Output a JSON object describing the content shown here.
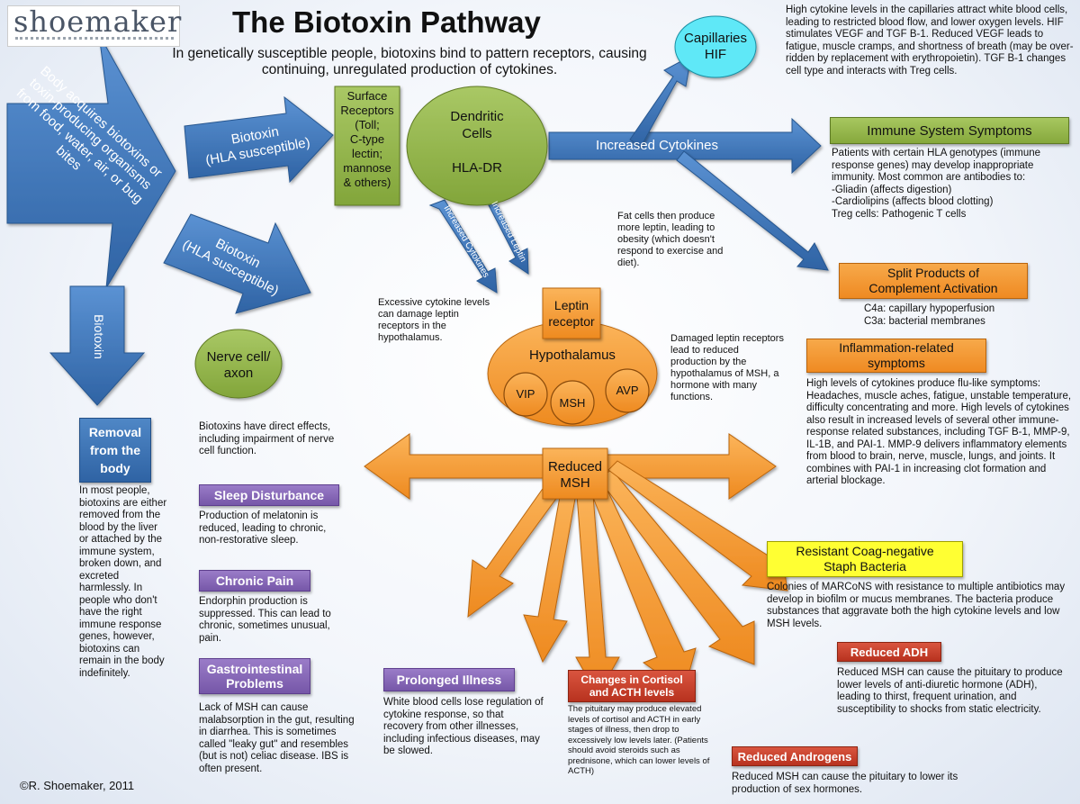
{
  "header": {
    "logo_text": "shoemaker",
    "logo_tagline": "DIAGNOSIS • TREATMENT • RESEARCH • EDUCATION • RESOURCES",
    "title": "The Biotoxin Pathway",
    "subtitle": "In genetically susceptible people, biotoxins bind to pattern receptors, causing continuing, unregulated production of cytokines."
  },
  "nodes": {
    "body_acquires": "Body acquires biotoxins or toxin-producing organisms from food, water, air, or bug bites",
    "biotoxin_hla_1": "Biotoxin\n(HLA susceptible)",
    "biotoxin_hla_2": "Biotoxin\n(HLA susceptible)",
    "biotoxin_down": "Biotoxin",
    "surface_receptors": "Surface\nReceptors\n(Toll;\nC-type\nlectin;\nmannose\n& others)",
    "dendritic_cells": "Dendritic\nCells",
    "hla_dr": "HLA-DR",
    "increased_cytokines": "Increased Cytokines",
    "increased_cytokines_small": "Increased Cytokines",
    "increased_leptin": "Increased Leptin",
    "capillaries": "Capillaries\nHIF",
    "leptin_receptor": "Leptin\nreceptor",
    "hypothalamus": "Hypothalamus",
    "vip": "VIP",
    "msh": "MSH",
    "avp": "AVP",
    "nerve_cell": "Nerve cell/\naxon",
    "reduced_msh": "Reduced\nMSH",
    "removal": "Removal\nfrom the\nbody"
  },
  "texts": {
    "capillaries_desc": "High cytokine levels in the capillaries attract white blood cells, leading to restricted blood flow, and lower oxygen levels.  HIF stimulates VEGF and TGF B-1. Reduced VEGF leads to fatigue, muscle cramps, and shortness of breath (may be over-ridden by replacement with erythropoietin).  TGF B-1 changes cell type and interacts with Treg cells.",
    "immune_desc": "Patients with certain HLA genotypes (immune response genes) may develop inappropriate immunity.  Most common are antibodies to:\n-Gliadin (affects digestion)\n-Cardiolipins (affects blood clotting)\nTreg cells:  Pathogenic T cells",
    "split_desc": "C4a:  capillary hypoperfusion\nC3a:  bacterial membranes",
    "inflammation_desc": "High levels of cytokines produce flu-like symptoms: Headaches, muscle aches, fatigue, unstable temperature, difficulty concentrating and more.  High levels of cytokines also result in increased levels of several other immune-response related substances, including TGF B-1, MMP-9, IL-1B, and PAI-1.  MMP-9 delivers inflammatory elements from blood to brain, nerve, muscle, lungs, and joints.  It combines with PAI-1 in increasing clot formation and arterial blockage.",
    "marcons_desc": "Colonies of MARCoNS with resistance to multiple antibiotics may develop in biofilm or mucus membranes. The bacteria produce substances that aggravate both the high cytokine levels and low MSH levels.",
    "adh_desc": "Reduced MSH can cause the pituitary to produce lower levels of anti-diuretic hormone (ADH), leading to thirst, frequent urination, and susceptibility to shocks from static electricity.",
    "androgens_desc": "Reduced MSH can cause the pituitary to lower its production of sex hormones.",
    "fat_cells": "Fat cells then produce more leptin, leading to obesity (which doesn't respond to exercise and diet).",
    "excessive_cytokine": "Excessive cytokine levels can damage leptin receptors in the hypothalamus.",
    "damaged_leptin": "Damaged leptin receptors lead to reduced production by the hypothalamus of MSH, a hormone with many functions.",
    "biotoxins_direct": "Biotoxins have direct effects, including impairment of nerve cell function.",
    "removal_desc": "In most people, biotoxins are either removed from the blood by the liver or attached by the immune system, broken down, and excreted harmlessly.  In people who don't have the right immune response genes, however, biotoxins can remain in the body indefinitely.",
    "sleep_desc": "Production of melatonin is reduced, leading to chronic, non-restorative sleep.",
    "pain_desc": "Endorphin production is suppressed.  This can lead to chronic, sometimes unusual, pain.",
    "gi_desc": "Lack of MSH can cause malabsorption in the gut, resulting in diarrhea.  This is sometimes called \"leaky gut\" and resembles (but is not) celiac disease.  IBS is often present.",
    "prolonged_desc": "White blood cells lose regulation of cytokine response, so that recovery from other illnesses, including infectious diseases, may be slowed.",
    "cortisol_desc": "The pituitary may produce elevated levels of cortisol and ACTH in early stages of illness, then drop to excessively low levels later.  (Patients should avoid steroids such as prednisone, which can lower levels of ACTH)"
  },
  "boxes": {
    "immune": "Immune System Symptoms",
    "split": "Split Products of\nComplement Activation",
    "inflammation": "Inflammation-related\nsymptoms",
    "staph": "Resistant Coag-negative\nStaph Bacteria",
    "adh": "Reduced ADH",
    "androgens": "Reduced Androgens",
    "sleep": "Sleep Disturbance",
    "pain": "Chronic Pain",
    "gi": "Gastrointestinal\nProblems",
    "prolonged": "Prolonged Illness",
    "cortisol": "Changes in Cortisol\nand ACTH levels"
  },
  "footer": {
    "copyright": "©R. Shoemaker, 2011"
  },
  "colors": {
    "blue_arrow": "#3f78bd",
    "orange_arrow": "#f39a33",
    "green": "#94b44a",
    "purple": "#8566b8",
    "red": "#c23f2a",
    "cyan": "#5ee8f7",
    "yellow": "#ffff33"
  }
}
